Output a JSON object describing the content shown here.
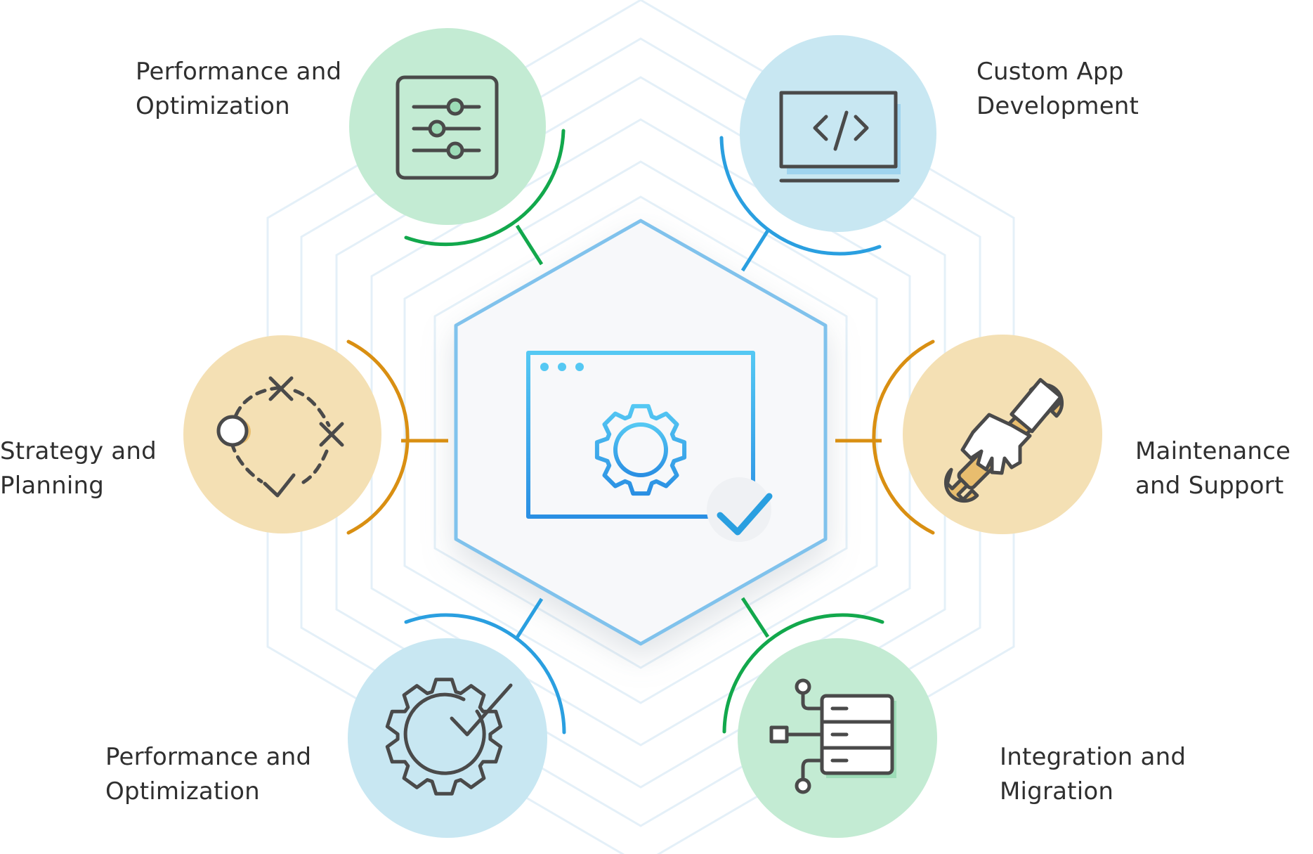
{
  "diagram": {
    "center": {
      "icon": "browser-window-gear-check-icon"
    },
    "nodes": [
      {
        "id": "perf-top",
        "line1": "Performance and",
        "line2": "Optimization",
        "icon": "sliders-icon",
        "fill": "#c3ebd3",
        "accent": "#12a84c"
      },
      {
        "id": "custom-app",
        "line1": "Custom App",
        "line2": "Development",
        "icon": "code-laptop-icon",
        "fill": "#c8e7f2",
        "accent": "#2a9fe0"
      },
      {
        "id": "strategy",
        "line1": "Strategy and",
        "line2": "Planning",
        "icon": "strategy-path-icon",
        "fill": "#f4e0b4",
        "accent": "#d98f12"
      },
      {
        "id": "maintenance",
        "line1": "Maintenance",
        "line2": "and Support",
        "icon": "wrench-hand-icon",
        "fill": "#f4e0b4",
        "accent": "#d98f12"
      },
      {
        "id": "perf-bottom",
        "line1": "Performance and",
        "line2": "Optimization",
        "icon": "gear-check-icon",
        "fill": "#c8e7f2",
        "accent": "#2a9fe0"
      },
      {
        "id": "integration",
        "line1": "Integration and",
        "line2": "Migration",
        "icon": "server-network-icon",
        "fill": "#c3ebd3",
        "accent": "#12a84c"
      }
    ]
  }
}
